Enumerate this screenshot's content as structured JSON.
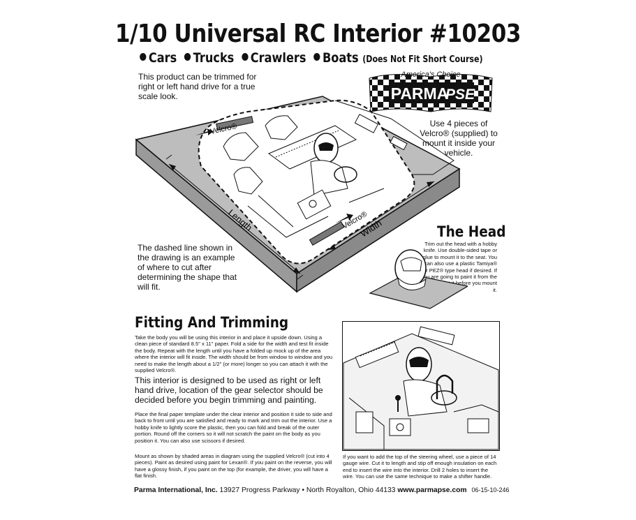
{
  "title": "1/10 Universal RC Interior #10203",
  "categories": [
    "Cars",
    "Trucks",
    "Crawlers",
    "Boats"
  ],
  "categories_note": "(Does Not Fit Short Course)",
  "trim_note": "This product can be trimmed for right or left hand drive for a true scale look.",
  "logo": {
    "script": "America's Choice",
    "brand": "PARMA",
    "sub": "PSE"
  },
  "velcro_note": "Use 4 pieces of Velcro® (supplied) to mount it inside your vehicle.",
  "diagram_labels": {
    "velcro_top": "Velcro®",
    "velcro_bottom": "Velcro®",
    "length": "Length",
    "width": "Width"
  },
  "dashed_note": "The dashed line shown in the drawing is an example of where to cut after determining the shape that will fit.",
  "head": {
    "heading": "The Head",
    "text": "Trim out the head with a hobby knife. Use double-sided tape or glue to mount it to the seat. You can also use a plastic Tamiya® or PEZ® type head if desired. If you are going to paint it from the inside, paint it before you mount it."
  },
  "fitting": {
    "heading": "Fitting And Trimming",
    "p1": "Take the body you will be using this interior in and place it upside down. Using a clean piece of standard 8.5\" x 11\" paper. Fold a side for the width and test fit inside the body. Repeat with the length until you have a folded up mock up of the area where the interior will fit inside. The width should be from window to window and you need to make the length about a 1/2\" (or more) longer so you can attach it with the supplied Velcro®.",
    "p2": "This interior is designed to be used as right or left hand drive, location of the gear selector should be decided before you begin trimming and painting.",
    "p3": "Place the final paper template under the clear interior and position it side to side and back to front until you are satisfied and ready to mark and trim out the interior. Use a hobby knife to lightly score the plastic, then you can fold and break of the outer portion. Round off the corners so it will not scratch the paint on the body as you position it. You can also use scissors if desired.",
    "p4": "Mount as shown by shaded areas in diagram using the supplied Velcro® (cut into 4 pieces). Paint as desired using paint for Lexan®. If you paint on the reverse, you will have a glossy finish, if you paint on the top (for example, the driver, you will have a flat finish."
  },
  "wheel_note": "If you want to add the top of the steering wheel, use a piece of 14 gauge wire. Cut it to length and stip off enough insulation on each end to insert the wire into the interior. Drill 2 holes to insert the wire. You can use the same technique to make a shifter handle.",
  "footer": {
    "company": "Parma International, Inc.",
    "address": "13927 Progress Parkway • North Royalton, Ohio 44133",
    "website": "www.parmapse.com",
    "code": "06-15-10-246"
  }
}
